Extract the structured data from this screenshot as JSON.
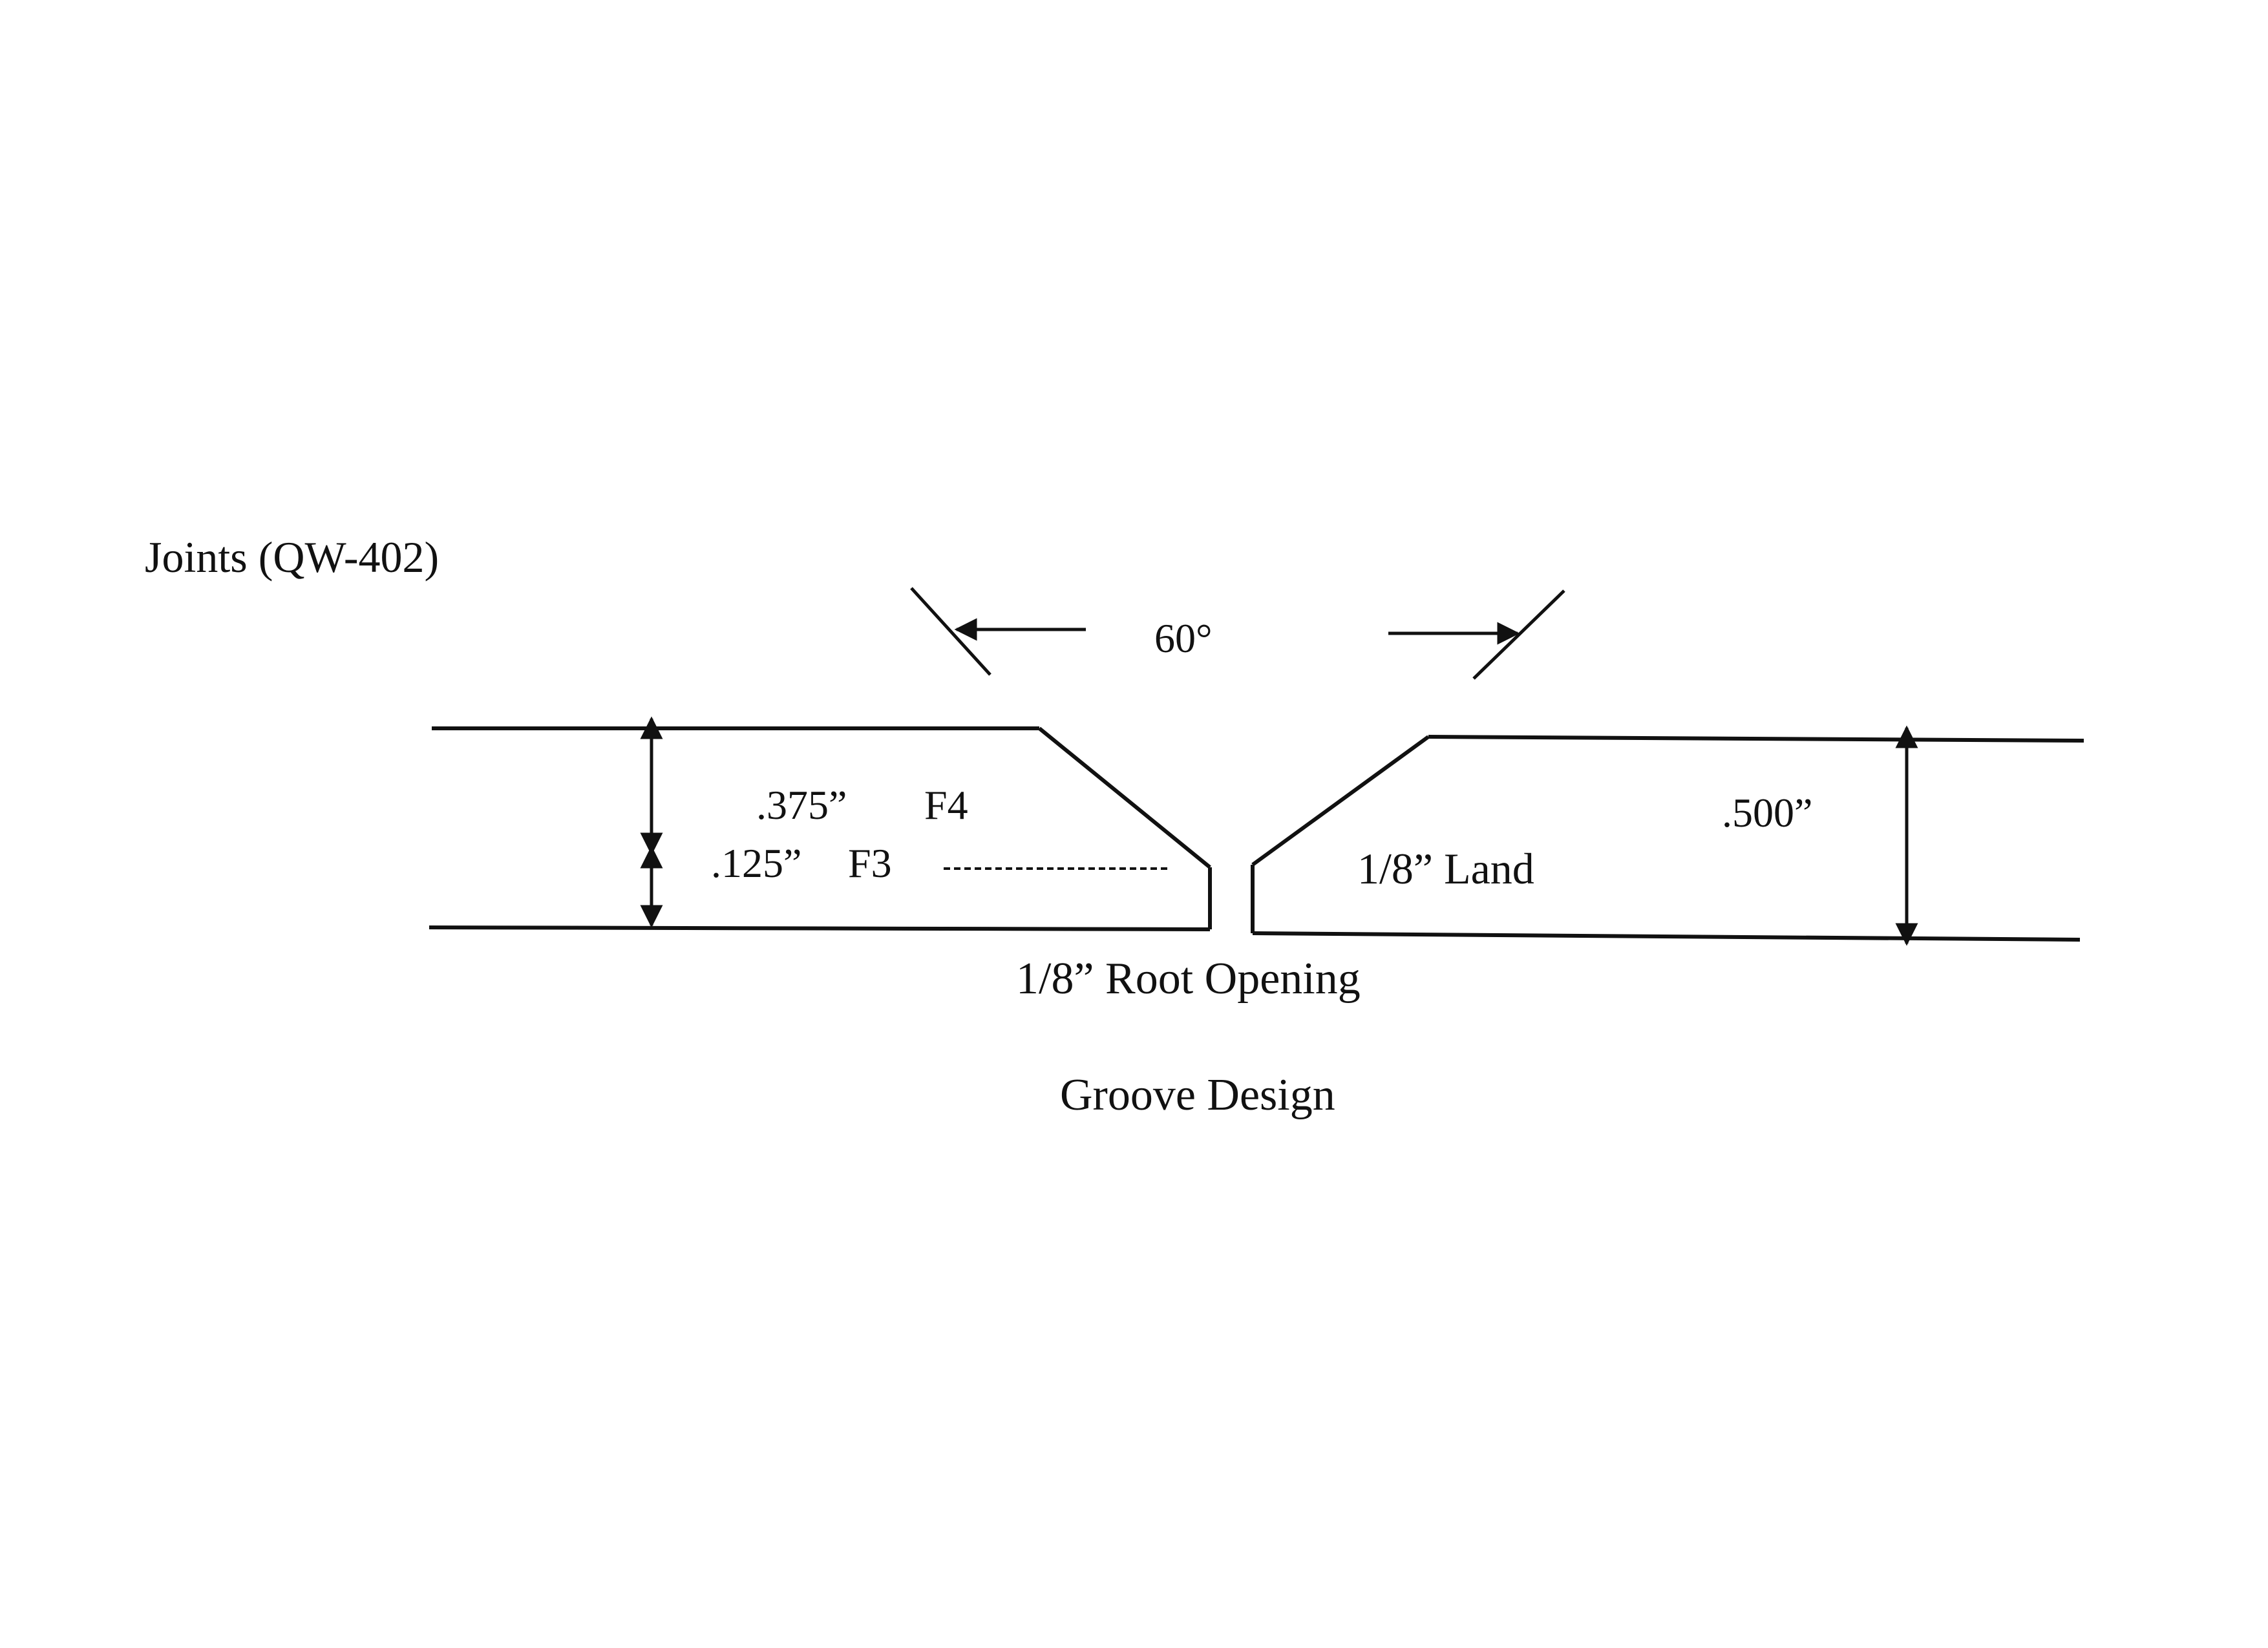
{
  "heading": "Joints (QW-402)",
  "angle": "60°",
  "dim_upper": ".375”",
  "dim_upper_tag": "F4",
  "dim_lower": ".125”",
  "dim_lower_tag": "F3",
  "land": "1/8” Land",
  "thickness": ".500”",
  "root_opening": "1/8” Root Opening",
  "caption": "Groove Design"
}
